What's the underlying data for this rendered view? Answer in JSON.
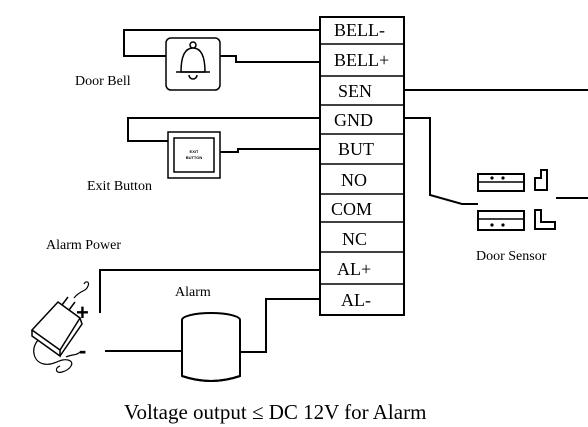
{
  "terminals": [
    "BELL-",
    "BELL+",
    "SEN",
    "GND",
    "BUT",
    "NO",
    "COM",
    "NC",
    "AL+",
    "AL-"
  ],
  "labels": {
    "door_bell": "Door Bell",
    "exit_button": "Exit Button",
    "alarm_power": "Alarm Power",
    "alarm": "Alarm",
    "door_sensor": "Door Sensor"
  },
  "button_text": {
    "line1": "EXIT",
    "line2": "BUTTON"
  },
  "polarity": {
    "plus": "+",
    "minus": "-"
  },
  "caption": "Voltage output ≤ DC 12V for Alarm",
  "icons": [
    "bell-icon",
    "exit-button-icon",
    "power-adapter-icon",
    "alarm-siren-icon",
    "door-sensor-icon"
  ]
}
